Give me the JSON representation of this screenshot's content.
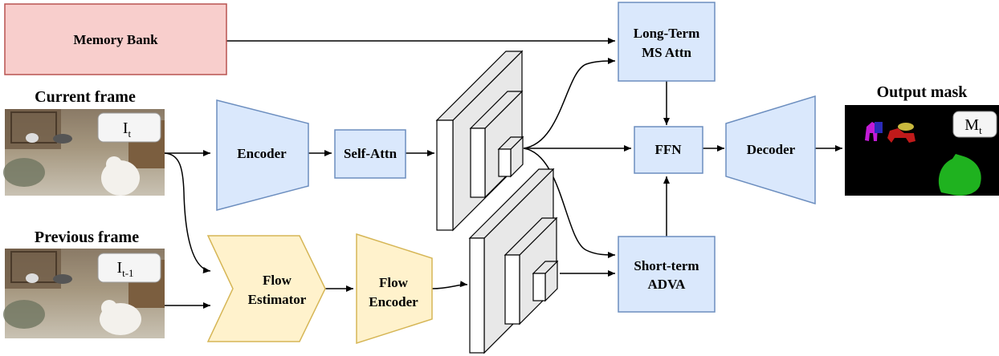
{
  "nodes": {
    "memory_bank": "Memory Bank",
    "long_term": [
      "Long-Term",
      "MS Attn"
    ],
    "encoder": "Encoder",
    "self_attn": "Self-Attn",
    "ffn": "FFN",
    "decoder": "Decoder",
    "short_term": [
      "Short-term",
      "ADVA"
    ],
    "flow_estimator": [
      "Flow",
      "Estimator"
    ],
    "flow_encoder": [
      "Flow",
      "Encoder"
    ]
  },
  "frames": {
    "current": {
      "title": "Current frame",
      "tag_main": "I",
      "tag_sub": "t"
    },
    "previous": {
      "title": "Previous frame",
      "tag_main": "I",
      "tag_sub": "t-1"
    },
    "output": {
      "title": "Output mask",
      "tag_main": "M",
      "tag_sub": "t"
    }
  },
  "colors": {
    "memory_fill": "#f8cecc",
    "memory_stroke": "#b85450",
    "blue_fill": "#dae8fc",
    "blue_stroke": "#6c8ebf",
    "yellow_fill": "#fff2cc",
    "yellow_stroke": "#d6b656",
    "feature_face": "#ffffff",
    "feature_side": "#e8e8e8",
    "mask_background": "#000000"
  }
}
